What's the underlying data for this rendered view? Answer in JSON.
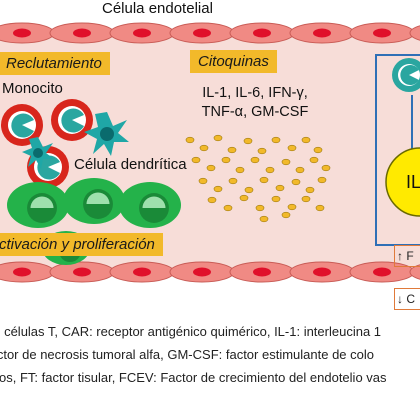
{
  "header": {
    "title": "Célula endotelial"
  },
  "labels": {
    "reclutamiento": "Reclutamiento",
    "monocito": "Monocito",
    "citoquinas_box": "Citoquinas",
    "citoquinas_list": [
      "IL-1, IL-6, IFN-γ,",
      "TNF-α, GM-CSF"
    ],
    "celula_dendritica": "Célula dendrítica",
    "activacion": "ctivación y proliferación",
    "right_il": "IL",
    "right_tag_up": "↑ F",
    "right_tag_down": "↓ C"
  },
  "caption": [
    "de células T, CAR: receptor antigénico quimérico, IL-1: interleucina 1",
    "factor de necrosis tumoral alfa, GM-CSF: factor estimulante de colo",
    "citos, FT: factor tisular, FCEV: Factor de crecimiento del endotelio vas"
  ],
  "colors": {
    "vessel": "#f7ddd8",
    "endothelial": "#f08a84",
    "nucleus": "#e0102a",
    "box": "#f2b92a",
    "cell_green": "#24b24a",
    "monocyte_ring": "#d8261c",
    "cytokine": "#f2b92a",
    "right_accent": "#2f6fb6"
  }
}
